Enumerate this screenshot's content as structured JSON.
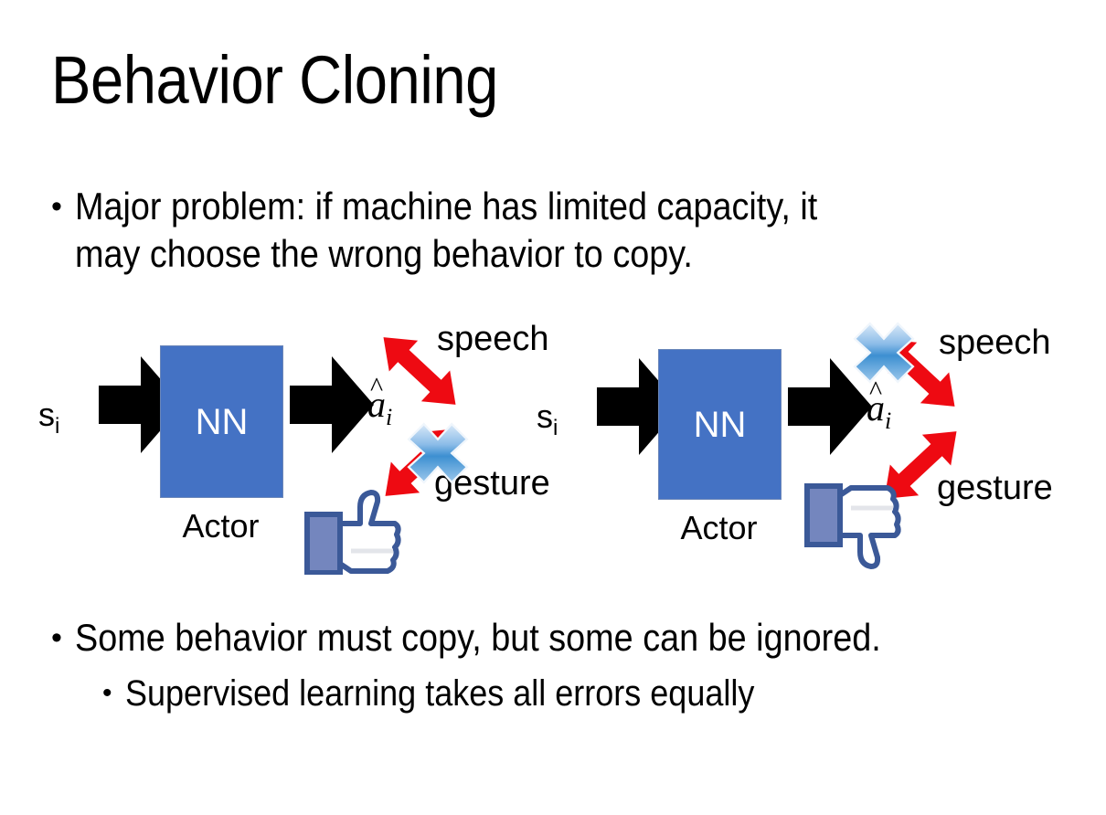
{
  "slide": {
    "title": "Behavior Cloning",
    "background_color": "#FFFFFF"
  },
  "bullets": {
    "top": {
      "marker": "•",
      "text": "Major problem: if machine has limited capacity, it\nmay choose the wrong behavior to copy."
    },
    "bottom_level1": {
      "marker": "•",
      "text": "Some behavior must copy, but some can be ignored."
    },
    "bottom_level2": {
      "marker": "•",
      "text": "Supervised learning takes all errors equally"
    }
  },
  "diagrams": [
    {
      "id": "left",
      "state_label": "s",
      "state_subscript": "i",
      "nn_label": "NN",
      "nn_color": "#4472C4",
      "nn_border_color": "#6A86B8",
      "caption": "Actor",
      "action_label": "a",
      "action_subscript": "i",
      "branches": [
        {
          "name": "speech",
          "label": "speech",
          "direction": "up",
          "crossed": false
        },
        {
          "name": "gesture",
          "label": "gesture",
          "direction": "down",
          "crossed": true
        }
      ],
      "feedback": "thumbs-up",
      "arrow_color": "#EE0A12",
      "cross_color": "#5B9BD5"
    },
    {
      "id": "right",
      "state_label": "s",
      "state_subscript": "i",
      "nn_label": "NN",
      "nn_color": "#4472C4",
      "nn_border_color": "#6A86B8",
      "caption": "Actor",
      "action_label": "a",
      "action_subscript": "i",
      "branches": [
        {
          "name": "speech",
          "label": "speech",
          "direction": "up",
          "crossed": true
        },
        {
          "name": "gesture",
          "label": "gesture",
          "direction": "down",
          "crossed": false
        }
      ],
      "feedback": "thumbs-down",
      "arrow_color": "#EE0A12",
      "cross_color": "#5B9BD5"
    }
  ],
  "icons": {
    "block_arrow": "right-block-arrow-icon",
    "double_arrow": "red-double-headed-arrow-icon",
    "cross": "blue-cross-icon",
    "thumbs_up": "thumbs-up-icon",
    "thumbs_down": "thumbs-down-icon"
  }
}
